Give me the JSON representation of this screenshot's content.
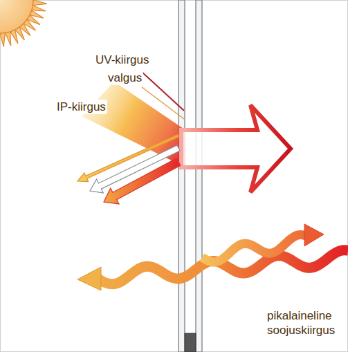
{
  "diagram": {
    "labels": [
      "UV-kiirgus",
      "valgus",
      "IP-kiirgus",
      "pikalaineline soojuskiirgus"
    ]
  }
}
